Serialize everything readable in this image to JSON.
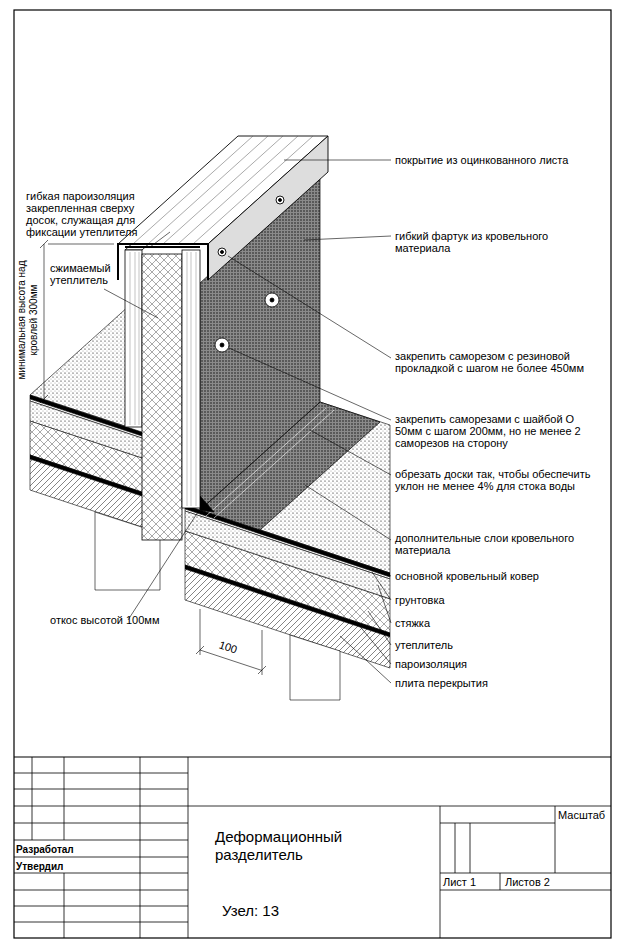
{
  "diagram": {
    "title": "Деформационный разделитель",
    "labels": [
      "покрытие из оцинкованного листа",
      "гибкая пароизоляция закрепленная сверху досок, служащая для фиксации утеплителя",
      "гибкий фартук из кровельного материала",
      "сжимаемый утеплитель",
      "минимальная высота над кровлей 300мм",
      "закрепить саморезом с резиновой прокладкой с шагом не более 450мм",
      "закрепить саморезами с шайбой О 50мм с шагом 200мм, но не менее 2 саморезов на сторону",
      "обрезать доски так, чтобы обеспечить уклон не менее 4% для стока воды",
      "дополнительные слои кровельного материала",
      "основной кровельный ковер",
      "грунтовка",
      "стяжка",
      "утеплитель",
      "пароизоляция",
      "плита перекрытия",
      "100",
      "откос высотой 100мм",
      "Масштаб",
      "Разработал",
      "Утвердил",
      "Лист 1",
      "Листов 2",
      "Узел: 13"
    ]
  }
}
